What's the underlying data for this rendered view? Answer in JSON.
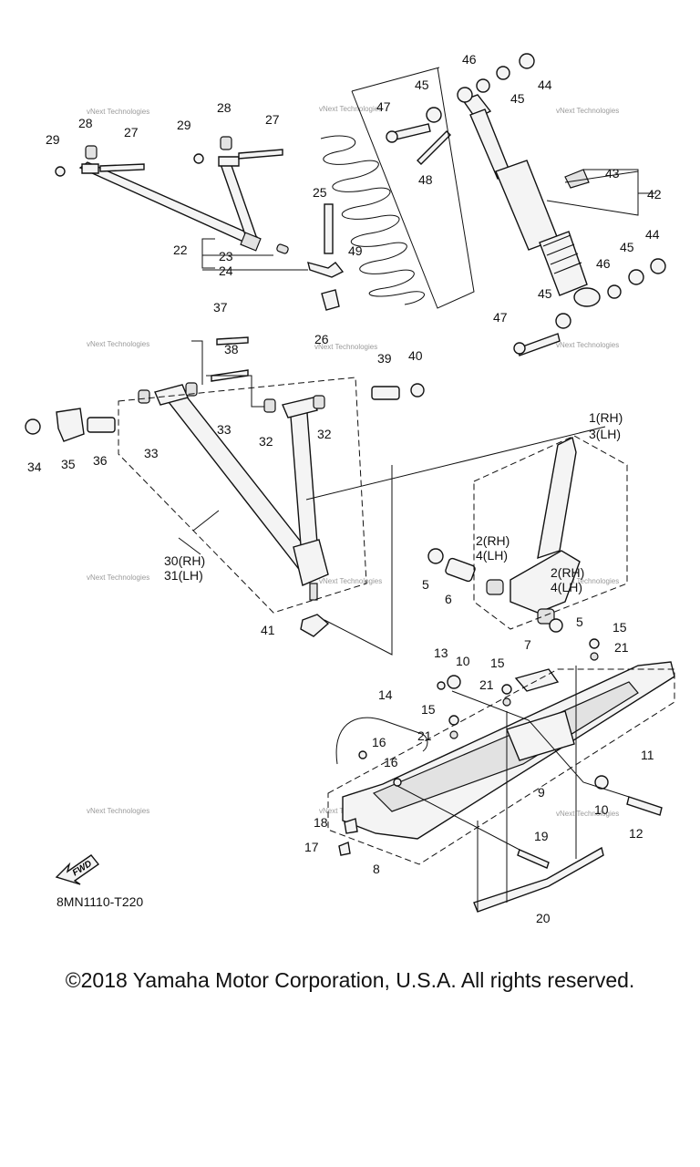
{
  "diagram_code": "8MN1110-T220",
  "fwd_badge": "FWD",
  "watermark": "vNext Technologies",
  "copyright": "©2018 Yamaha Motor Corporation, U.S.A. All rights reserved.",
  "callouts": {
    "c1": "1(RH)",
    "c3": "3(LH)",
    "c2a": "2(RH)",
    "c4a": "4(LH)",
    "c2b": "2(RH)",
    "c4b": "4(LH)",
    "c5a": "5",
    "c5b": "5",
    "c6": "6",
    "c7": "7",
    "c8": "8",
    "c9": "9",
    "c10a": "10",
    "c10b": "10",
    "c11": "11",
    "c12": "12",
    "c13": "13",
    "c14": "14",
    "c15a": "15",
    "c15b": "15",
    "c15c": "15",
    "c16a": "16",
    "c16b": "16",
    "c17": "17",
    "c18": "18",
    "c19": "19",
    "c20": "20",
    "c21a": "21",
    "c21b": "21",
    "c21c": "21",
    "c22": "22",
    "c23": "23",
    "c24": "24",
    "c25": "25",
    "c26": "26",
    "c27a": "27",
    "c27b": "27",
    "c28a": "28",
    "c28b": "28",
    "c29a": "29",
    "c29b": "29",
    "c30": "30(RH)",
    "c31": "31(LH)",
    "c32a": "32",
    "c32b": "32",
    "c33a": "33",
    "c33b": "33",
    "c34": "34",
    "c35": "35",
    "c36": "36",
    "c37": "37",
    "c38": "38",
    "c39": "39",
    "c40": "40",
    "c41": "41",
    "c42": "42",
    "c43": "43",
    "c44a": "44",
    "c44b": "44",
    "c45a": "45",
    "c45b": "45",
    "c45c": "45",
    "c45d": "45",
    "c46a": "46",
    "c46b": "46",
    "c47a": "47",
    "c47b": "47",
    "c48": "48",
    "c49": "49"
  }
}
